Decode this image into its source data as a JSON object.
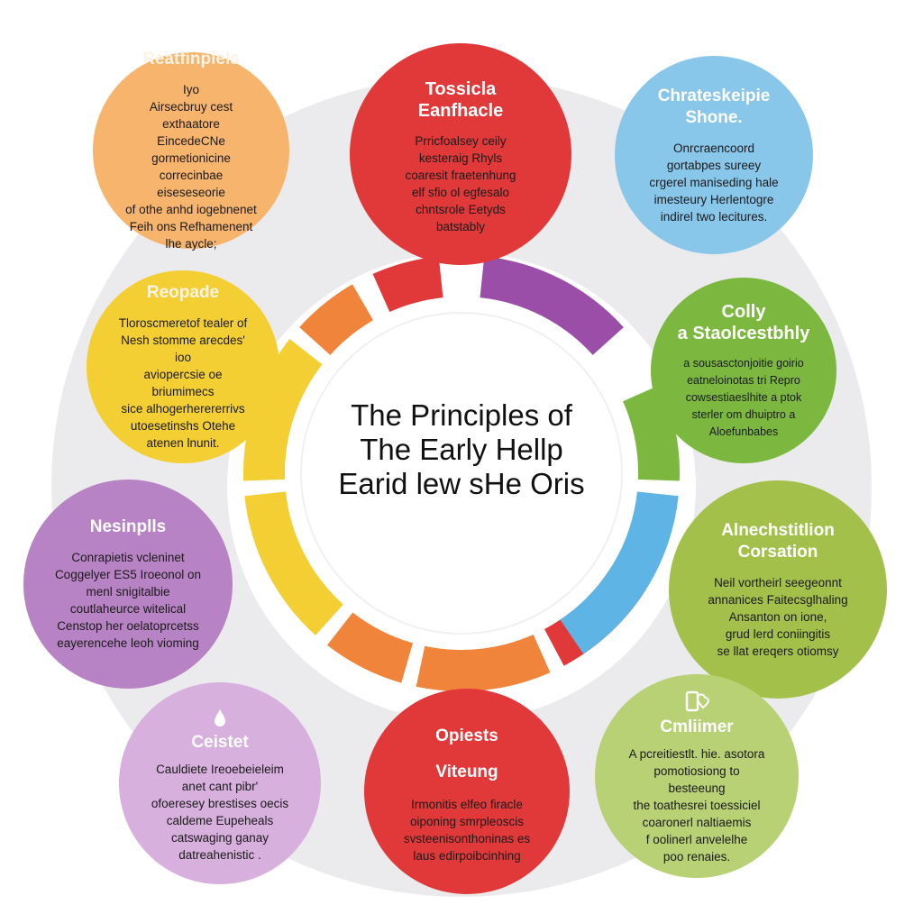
{
  "title": {
    "lines": [
      "The Principles of",
      "The Early Hellp",
      "Earid lew sHe Oris"
    ]
  },
  "colors": {
    "orange_light": "#f6b46c",
    "red": "#e1393a",
    "sky_blue": "#88c6ea",
    "yellow": "#f4cf34",
    "green": "#7cb840",
    "lime": "#a3c14a",
    "purple": "#b883c4",
    "lilac": "#d7b0de",
    "pale_green": "#b7d174",
    "ring_bg": "#e9e9ec"
  },
  "nodes": [
    {
      "title": "Reatfinpiels",
      "body": "Iyo\nAirsecbruy cest exthaatore\nEincedeCNe gormetionicine\ncorrecinbae eiseseseorie\nof othe anhd iogebnenet\nFeih ons Refhamenent\nlhe aycle;"
    },
    {
      "title": "Tossicla\nEanfhacle",
      "body": "Prricfoalsey ceily\nkesteraig Rhyls\ncoaresit fraetenhung\nelf sfio ol egfesalo\nchntsrole Eetyds\nbatstably"
    },
    {
      "title": "Chrateskeipie\nShone.",
      "body": "Onrcraencoord\ngortabpes sureey\ncrgerel maniseding hale\nimesteury Herlentogre\nindirel two lecitures."
    },
    {
      "title": "Reopade",
      "body": "Tloroscmeretof tealer of\nNesh stomme arecdes' ioo\naviopercsie oe briumimecs\nsice alhogerherererrivs\nutoesetinshs Otehe\natenen lnunit."
    },
    {
      "title": "Colly\na Staolcestbhly",
      "body": "a sousasctonjoitie goirio\neatneloinotas tri Repro\ncowsestiaeslhite a ptok\nsterler om dhuiptro a\nAloefunbabes"
    },
    {
      "title": "Nesinplls",
      "body": "Conrapietis vcleninet\nCoggelyer ES5 Iroeonol on\nmenl snigitalbie\ncoutlaheurce witelical\nCenstop her oelatoprcetss\neayerencehe leoh vioming"
    },
    {
      "title": "Alnechstitlion\nCorsation",
      "body": "Neil vortheirl seegeonnt\nannanices Faitecsglhaling\nAnsanton on ione,\ngrud lerd coniingitis\nse llat ereqers otiomsy"
    },
    {
      "title": "Ceistet",
      "body": "Cauldiete Ireoebeieleim\nanet cant pibr'\nofoeresey brestises oecis\ncaldeme Eupeheals\ncatswaging ganay\ndatreahenistic ."
    },
    {
      "title": "Opiests\nViteung",
      "body": "Irmonitis elfeo firacle\noiponing smrpleoscis\nsvsteenisonthoninas es\nlaus edirpoibcinhing"
    },
    {
      "title": "Cmliimer",
      "body": "A pcreitiestlt. hie. asotora\npomotiosiong to besteeung\nthe toathesrei toessiciel\ncoaronerl naltiaemis\nf oolinerl anvelelhe\npoo renaies."
    }
  ]
}
